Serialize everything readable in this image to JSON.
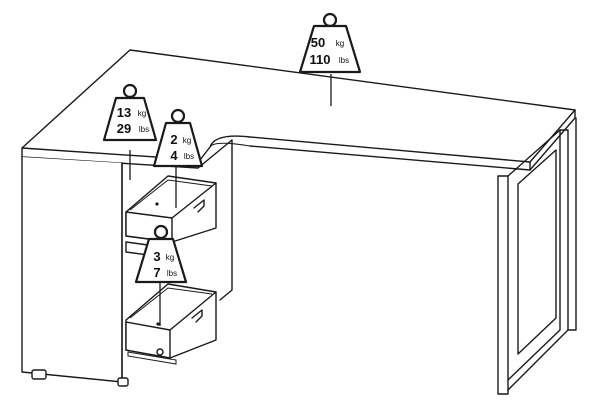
{
  "weights": [
    {
      "id": "desktop",
      "kg_value": "50",
      "kg_unit": "kg",
      "lbs_value": "110",
      "lbs_unit": "lbs"
    },
    {
      "id": "cabinet-top",
      "kg_value": "13",
      "kg_unit": "kg",
      "lbs_value": "29",
      "lbs_unit": "lbs"
    },
    {
      "id": "upper-drawer",
      "kg_value": "2",
      "kg_unit": "kg",
      "lbs_value": "4",
      "lbs_unit": "lbs"
    },
    {
      "id": "lower-drawer",
      "kg_value": "3",
      "kg_unit": "kg",
      "lbs_value": "7",
      "lbs_unit": "lbs"
    }
  ]
}
